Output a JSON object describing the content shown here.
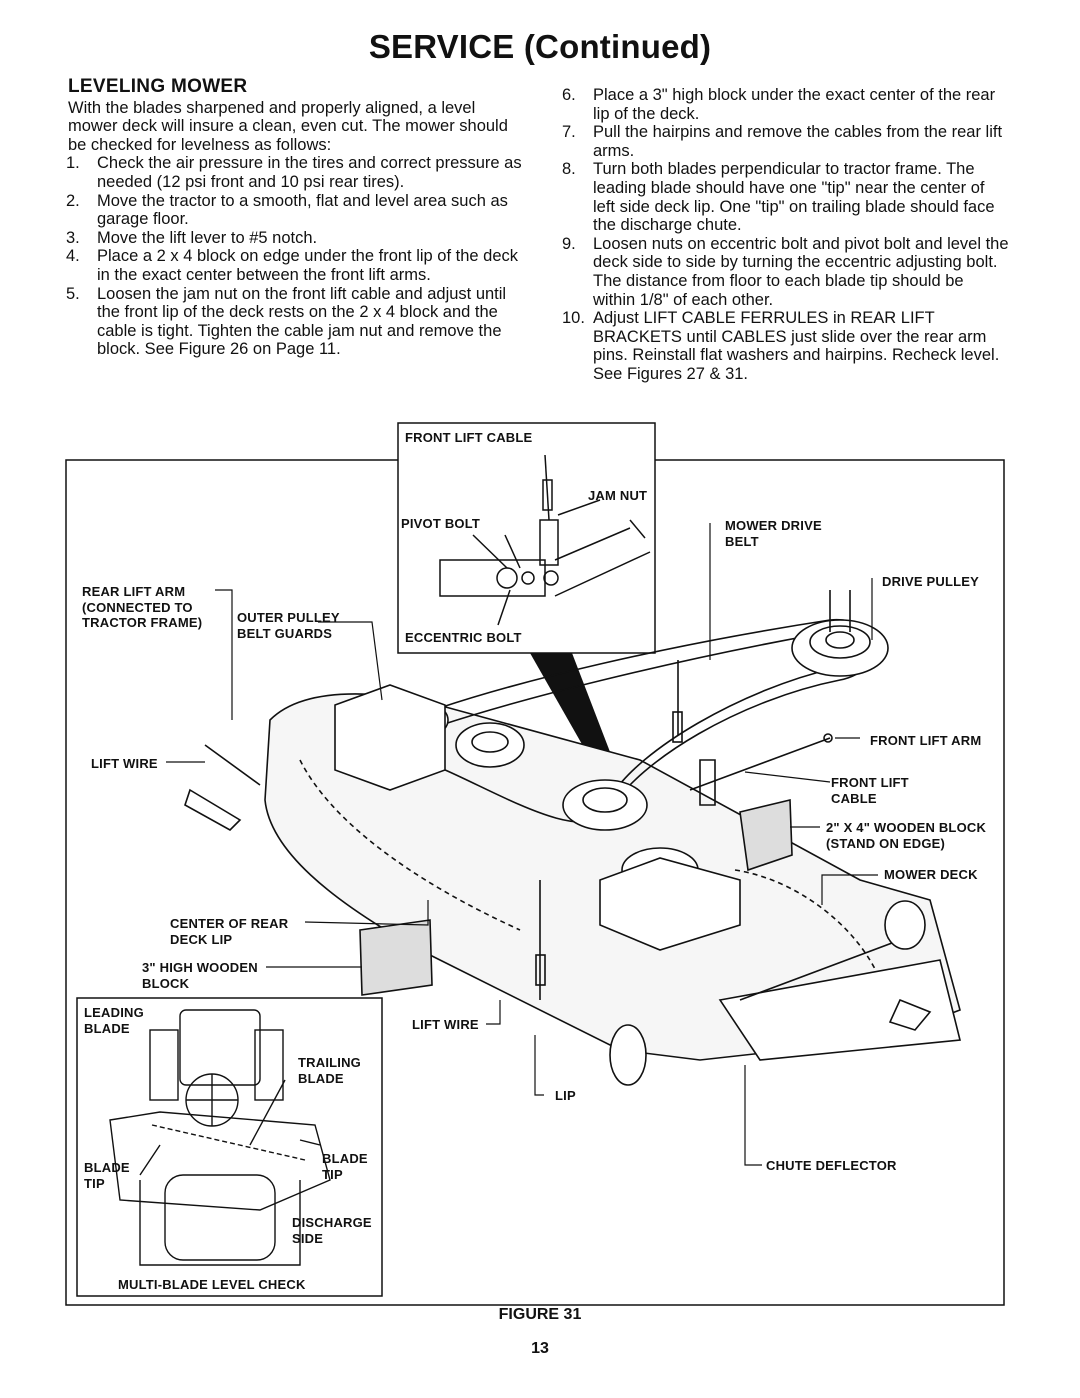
{
  "page": {
    "title": "SERVICE (Continued)",
    "section_heading": "LEVELING MOWER",
    "intro": "With the blades sharpened and properly aligned, a level mower deck will insure a clean, even cut. The mower should be checked for levelness as follows:",
    "steps": [
      {
        "num": "1.",
        "text": "Check the air pressure in the tires and correct pressure as needed (12 psi front and 10 psi rear tires)."
      },
      {
        "num": "2.",
        "text": "Move the tractor to a smooth, flat and level area such as garage floor."
      },
      {
        "num": "3.",
        "text": "Move the lift lever to #5 notch."
      },
      {
        "num": "4.",
        "text": "Place a 2 x 4 block on edge under the front lip of the deck in the exact center between the front lift arms."
      },
      {
        "num": "5.",
        "text": "Loosen the jam nut on the front lift cable and adjust until the front lip of the deck rests on the 2 x 4 block and the cable is tight. Tighten the cable jam nut and remove the block. See Figure 26 on Page 11."
      },
      {
        "num": "6.",
        "text": "Place a 3\" high block under the exact center of the rear lip of the deck."
      },
      {
        "num": "7.",
        "text": "Pull the hairpins and remove the cables from the rear lift arms."
      },
      {
        "num": "8.",
        "text": "Turn both blades perpendicular to tractor frame. The leading blade should have one \"tip\" near the center of left side deck lip. One \"tip\" on trailing blade should face the discharge chute."
      },
      {
        "num": "9.",
        "text": "Loosen nuts on eccentric bolt and pivot bolt and level the deck side to side by turning the eccentric adjusting bolt. The distance from floor to each blade tip should be within 1/8\" of each other."
      },
      {
        "num": "10.",
        "text": "Adjust LIFT CABLE FERRULES in REAR LIFT BRACKETS until CABLES just slide over the rear arm pins. Reinstall flat washers and hairpins. Recheck level. See Figures 27 & 31."
      }
    ]
  },
  "figure": {
    "labels": {
      "front_lift_cable_inset": "FRONT LIFT CABLE",
      "jam_nut": "JAM NUT",
      "pivot_bolt": "PIVOT BOLT",
      "eccentric_bolt": "ECCENTRIC BOLT",
      "mower_drive_belt": "MOWER DRIVE\nBELT",
      "drive_pulley": "DRIVE PULLEY",
      "rear_lift_arm": "REAR LIFT ARM\n(CONNECTED TO\nTRACTOR FRAME)",
      "outer_pulley": "OUTER PULLEY\nBELT GUARDS",
      "lift_wire_left": "LIFT WIRE",
      "front_lift_arm": "FRONT LIFT ARM",
      "front_lift_cable": "FRONT LIFT\nCABLE",
      "wooden_block_2x4": "2\" X 4\" WOODEN BLOCK\n(STAND ON EDGE)",
      "mower_deck": "MOWER DECK",
      "center_rear": "CENTER OF REAR\nDECK LIP",
      "high_block": "3\" HIGH WOODEN\nBLOCK",
      "lift_wire_center": "LIFT WIRE",
      "lip": "LIP",
      "chute_deflector": "CHUTE DEFLECTOR",
      "leading_blade": "LEADING\nBLADE",
      "trailing_blade": "TRAILING\nBLADE",
      "blade_tip_left": "BLADE\nTIP",
      "blade_tip_right": "BLADE\nTIP",
      "discharge_side": "DISCHARGE\nSIDE",
      "multi_blade": "MULTI-BLADE LEVEL CHECK"
    },
    "caption": "FIGURE 31",
    "page_number": "13"
  }
}
